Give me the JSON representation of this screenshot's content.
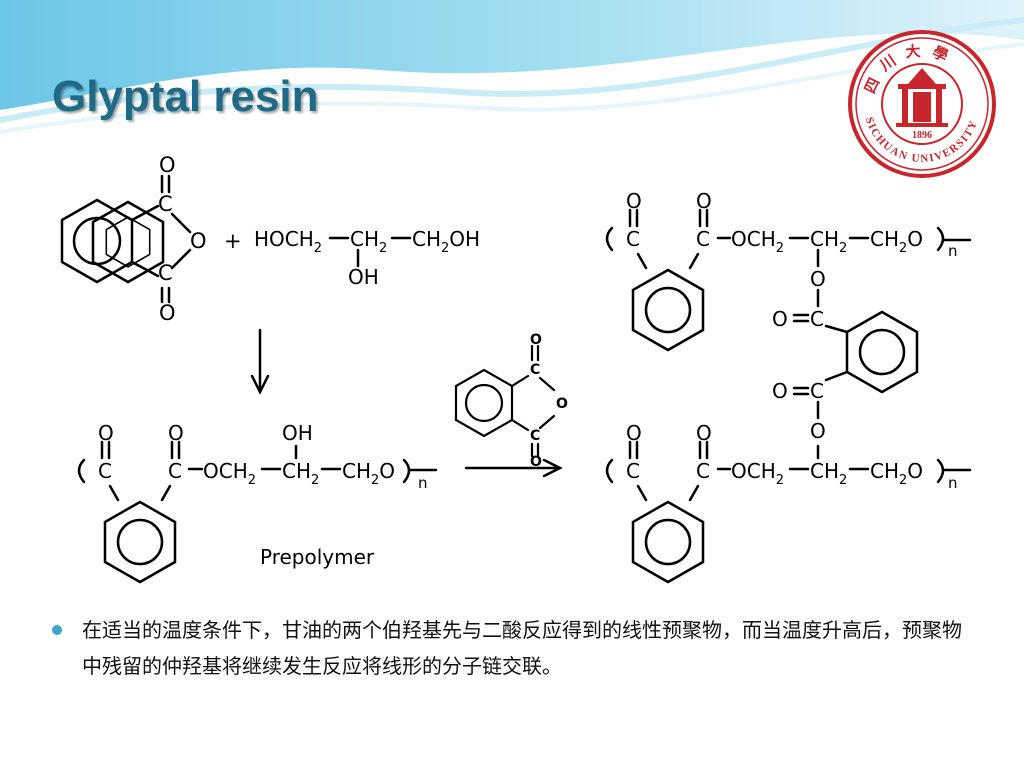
{
  "slide": {
    "title": "Glyptal resin",
    "logo": {
      "icon": "sichuan-university-seal",
      "text_top": "四川大學",
      "text_bottom": "SICHUAN UNIVERSITY",
      "year": "1896",
      "color": "#c8252c"
    },
    "reaction": {
      "plus": "+",
      "glycerol": {
        "main": "HOCH2–CH2–CH2OH",
        "branch": "OH"
      },
      "prepolymer_label": "Prepolymer",
      "repeat_subscript": "n"
    },
    "bullet": "在适当的温度条件下，甘油的两个伯羟基先与二酸反应得到的线性预聚物，而当温度升高后，预聚物中残留的仲羟基将继续发生反应将线形的分子链交联。",
    "colors": {
      "title": "#1f6a86",
      "bullet": "#3aa7cc",
      "wave": "#8fd3ea"
    }
  }
}
